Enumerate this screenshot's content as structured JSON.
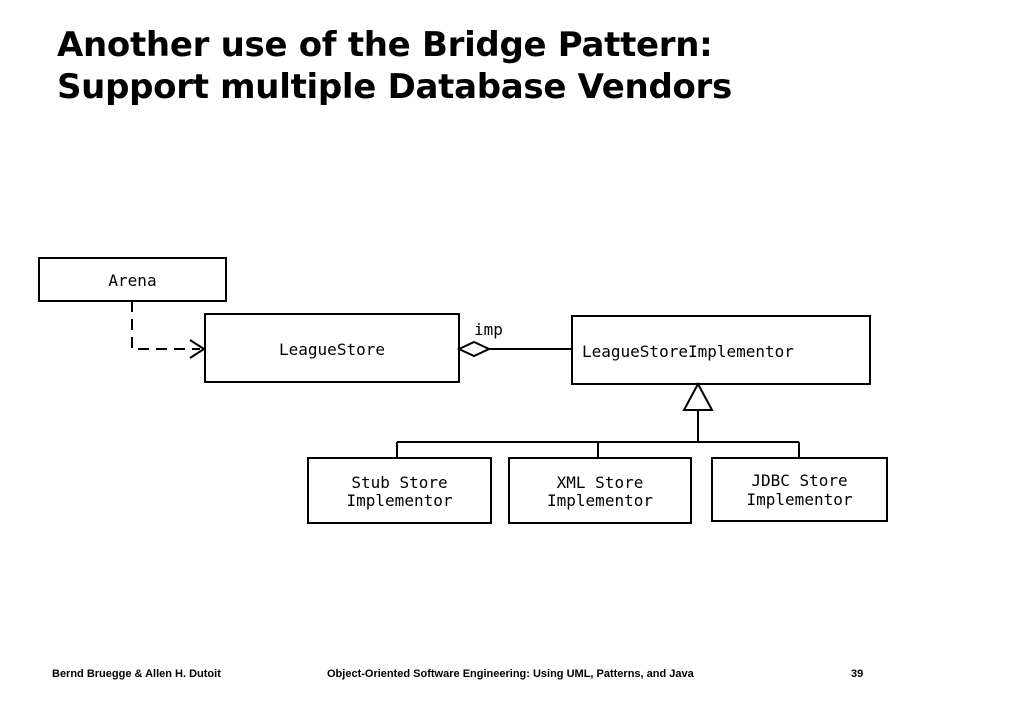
{
  "slide": {
    "title_line1": "Another use of the Bridge Pattern:",
    "title_line2": "Support multiple Database Vendors"
  },
  "diagram": {
    "arena": "Arena",
    "league_store": "LeagueStore",
    "association_label": "imp",
    "implementor": "LeagueStoreImplementor",
    "stub_line1": "Stub Store",
    "stub_line2": "Implementor",
    "xml_line1": "XML Store",
    "xml_line2": "Implementor",
    "jdbc_line1": "JDBC Store",
    "jdbc_line2": "Implementor"
  },
  "footer": {
    "authors": "Bernd Bruegge & Allen H. Dutoit",
    "book": "Object-Oriented Software Engineering: Using UML, Patterns, and Java",
    "page": "39"
  }
}
